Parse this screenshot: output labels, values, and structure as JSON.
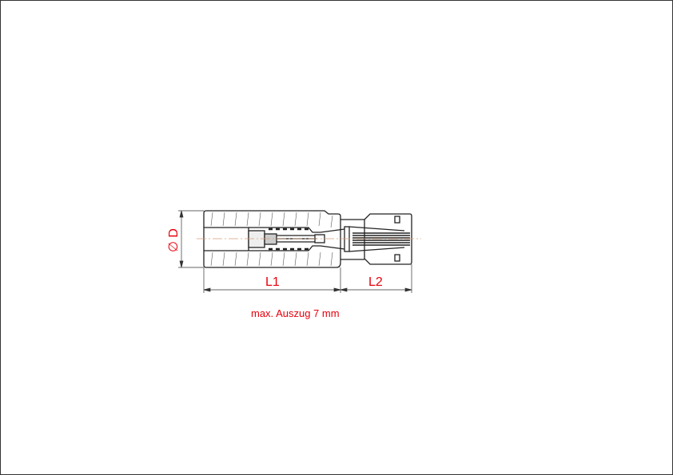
{
  "dimensions": {
    "diameter": "∅ D",
    "l1": "L1",
    "l2": "L2"
  },
  "note": "max. Auszug 7 mm",
  "colors": {
    "dimension": "#e8000b",
    "outline": "#222222",
    "centerline": "#d9a07a"
  }
}
